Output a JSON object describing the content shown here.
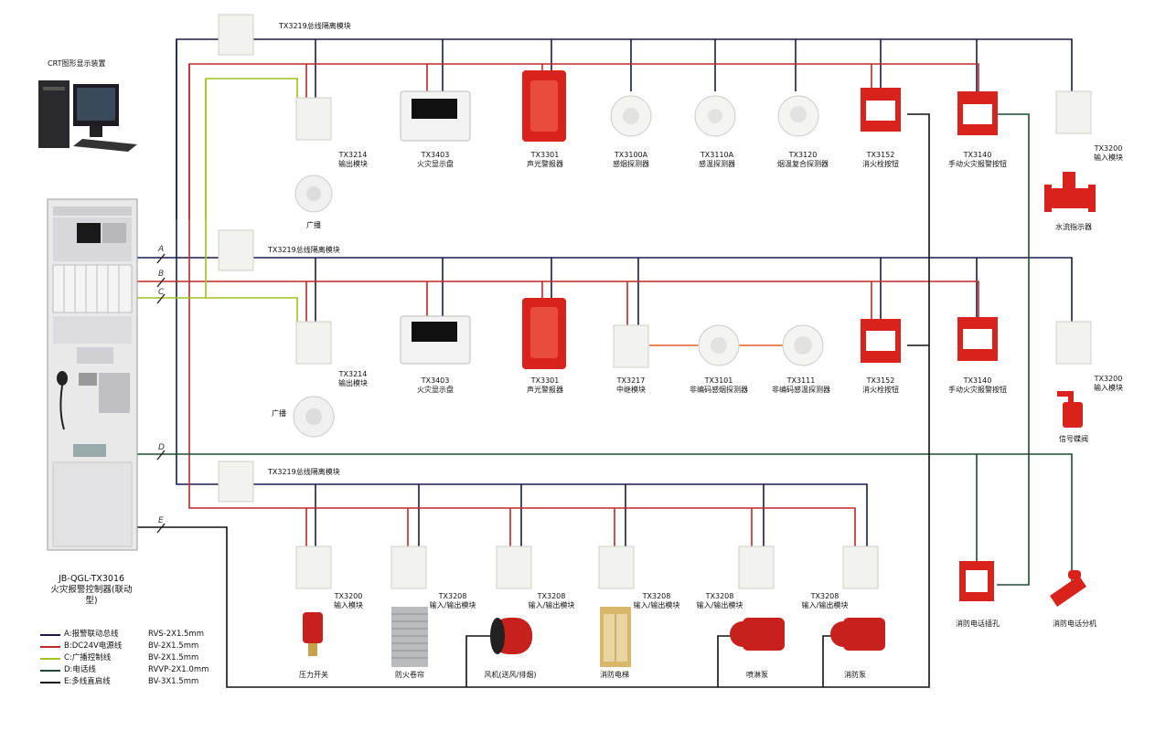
{
  "crt": {
    "label": "CRT图形显示装置"
  },
  "controller": {
    "model": "JB-QGL-TX3016",
    "name": "火灾报警控制器(联动型)"
  },
  "line_letters": [
    "A",
    "B",
    "C",
    "D",
    "E"
  ],
  "isolators": {
    "top": "TX3219总线隔离模块",
    "mid": "TX3219总线隔离模块",
    "low": "TX3219总线隔离模块"
  },
  "row1": [
    {
      "model": "TX3214",
      "name": "输出模块",
      "icon": "module-icon"
    },
    {
      "model": "TX3403",
      "name": "火灾显示盘",
      "icon": "display-panel-icon"
    },
    {
      "model": "TX3301",
      "name": "声光警报器",
      "icon": "strobe-icon"
    },
    {
      "model": "TX3100A",
      "name": "感烟探测器",
      "icon": "smoke-detector-icon"
    },
    {
      "model": "TX3110A",
      "name": "感温探测器",
      "icon": "heat-detector-icon"
    },
    {
      "model": "TX3120",
      "name": "烟温复合探测器",
      "icon": "combo-detector-icon"
    },
    {
      "model": "TX3152",
      "name": "消火栓按钮",
      "icon": "hydrant-button-icon"
    },
    {
      "model": "TX3140",
      "name": "手动火灾报警按钮",
      "icon": "manual-call-point-icon"
    },
    {
      "model": "TX3200",
      "name": "输入模块",
      "icon": "module-icon"
    }
  ],
  "row1_extra": {
    "speaker": "广播",
    "flow": "水流指示器"
  },
  "row2": [
    {
      "model": "TX3214",
      "name": "输出模块"
    },
    {
      "model": "TX3403",
      "name": "火灾显示盘"
    },
    {
      "model": "TX3301",
      "name": "声光警报器"
    },
    {
      "model": "TX3217",
      "name": "中继模块"
    },
    {
      "model": "TX3101",
      "name": "非编码感烟探测器"
    },
    {
      "model": "TX3111",
      "name": "非编码感温探测器"
    },
    {
      "model": "TX3152",
      "name": "消火栓按钮"
    },
    {
      "model": "TX3140",
      "name": "手动火灾报警按钮"
    },
    {
      "model": "TX3200",
      "name": "输入模块"
    }
  ],
  "row2_extra": {
    "speaker": "广播",
    "valve": "信号蝶阀"
  },
  "row3": [
    {
      "model": "TX3200",
      "name": "输入模块",
      "device": "压力开关"
    },
    {
      "model": "TX3208",
      "name": "输入/输出模块",
      "device": "防火卷帘"
    },
    {
      "model": "TX3208",
      "name": "输入/输出模块",
      "device": "风机(送风/排烟)"
    },
    {
      "model": "TX3208",
      "name": "输入/输出模块",
      "device": "消防电梯"
    },
    {
      "model": "TX3208",
      "name": "输入/输出模块",
      "device": "喷淋泵"
    },
    {
      "model": "TX3208",
      "name": "输入/输出模块",
      "device": "消防泵"
    }
  ],
  "phone": {
    "jack": "消防电话插孔",
    "ext": "消防电话分机"
  },
  "legend": [
    {
      "key": "A:报警联动总线",
      "spec": "RVS-2X1.5mm",
      "color": "#1a1a4a"
    },
    {
      "key": "B:DC24V电源线",
      "spec": "BV-2X1.5mm",
      "color": "#c0282a"
    },
    {
      "key": "C:广播控制线",
      "spec": "BV-2X1.5mm",
      "color": "#9ec21e"
    },
    {
      "key": "D:电话线",
      "spec": "RVVP-2X1.0mm",
      "color": "#1f4a30"
    },
    {
      "key": "E:多线直启线",
      "spec": "BV-3X1.5mm",
      "color": "#111111"
    }
  ],
  "colors": {
    "bus": "#1a1a4a",
    "power": "#c0282a",
    "broadcast": "#9ec21e",
    "phone": "#1f4a30",
    "direct": "#111111",
    "device_red": "#d9221c"
  }
}
